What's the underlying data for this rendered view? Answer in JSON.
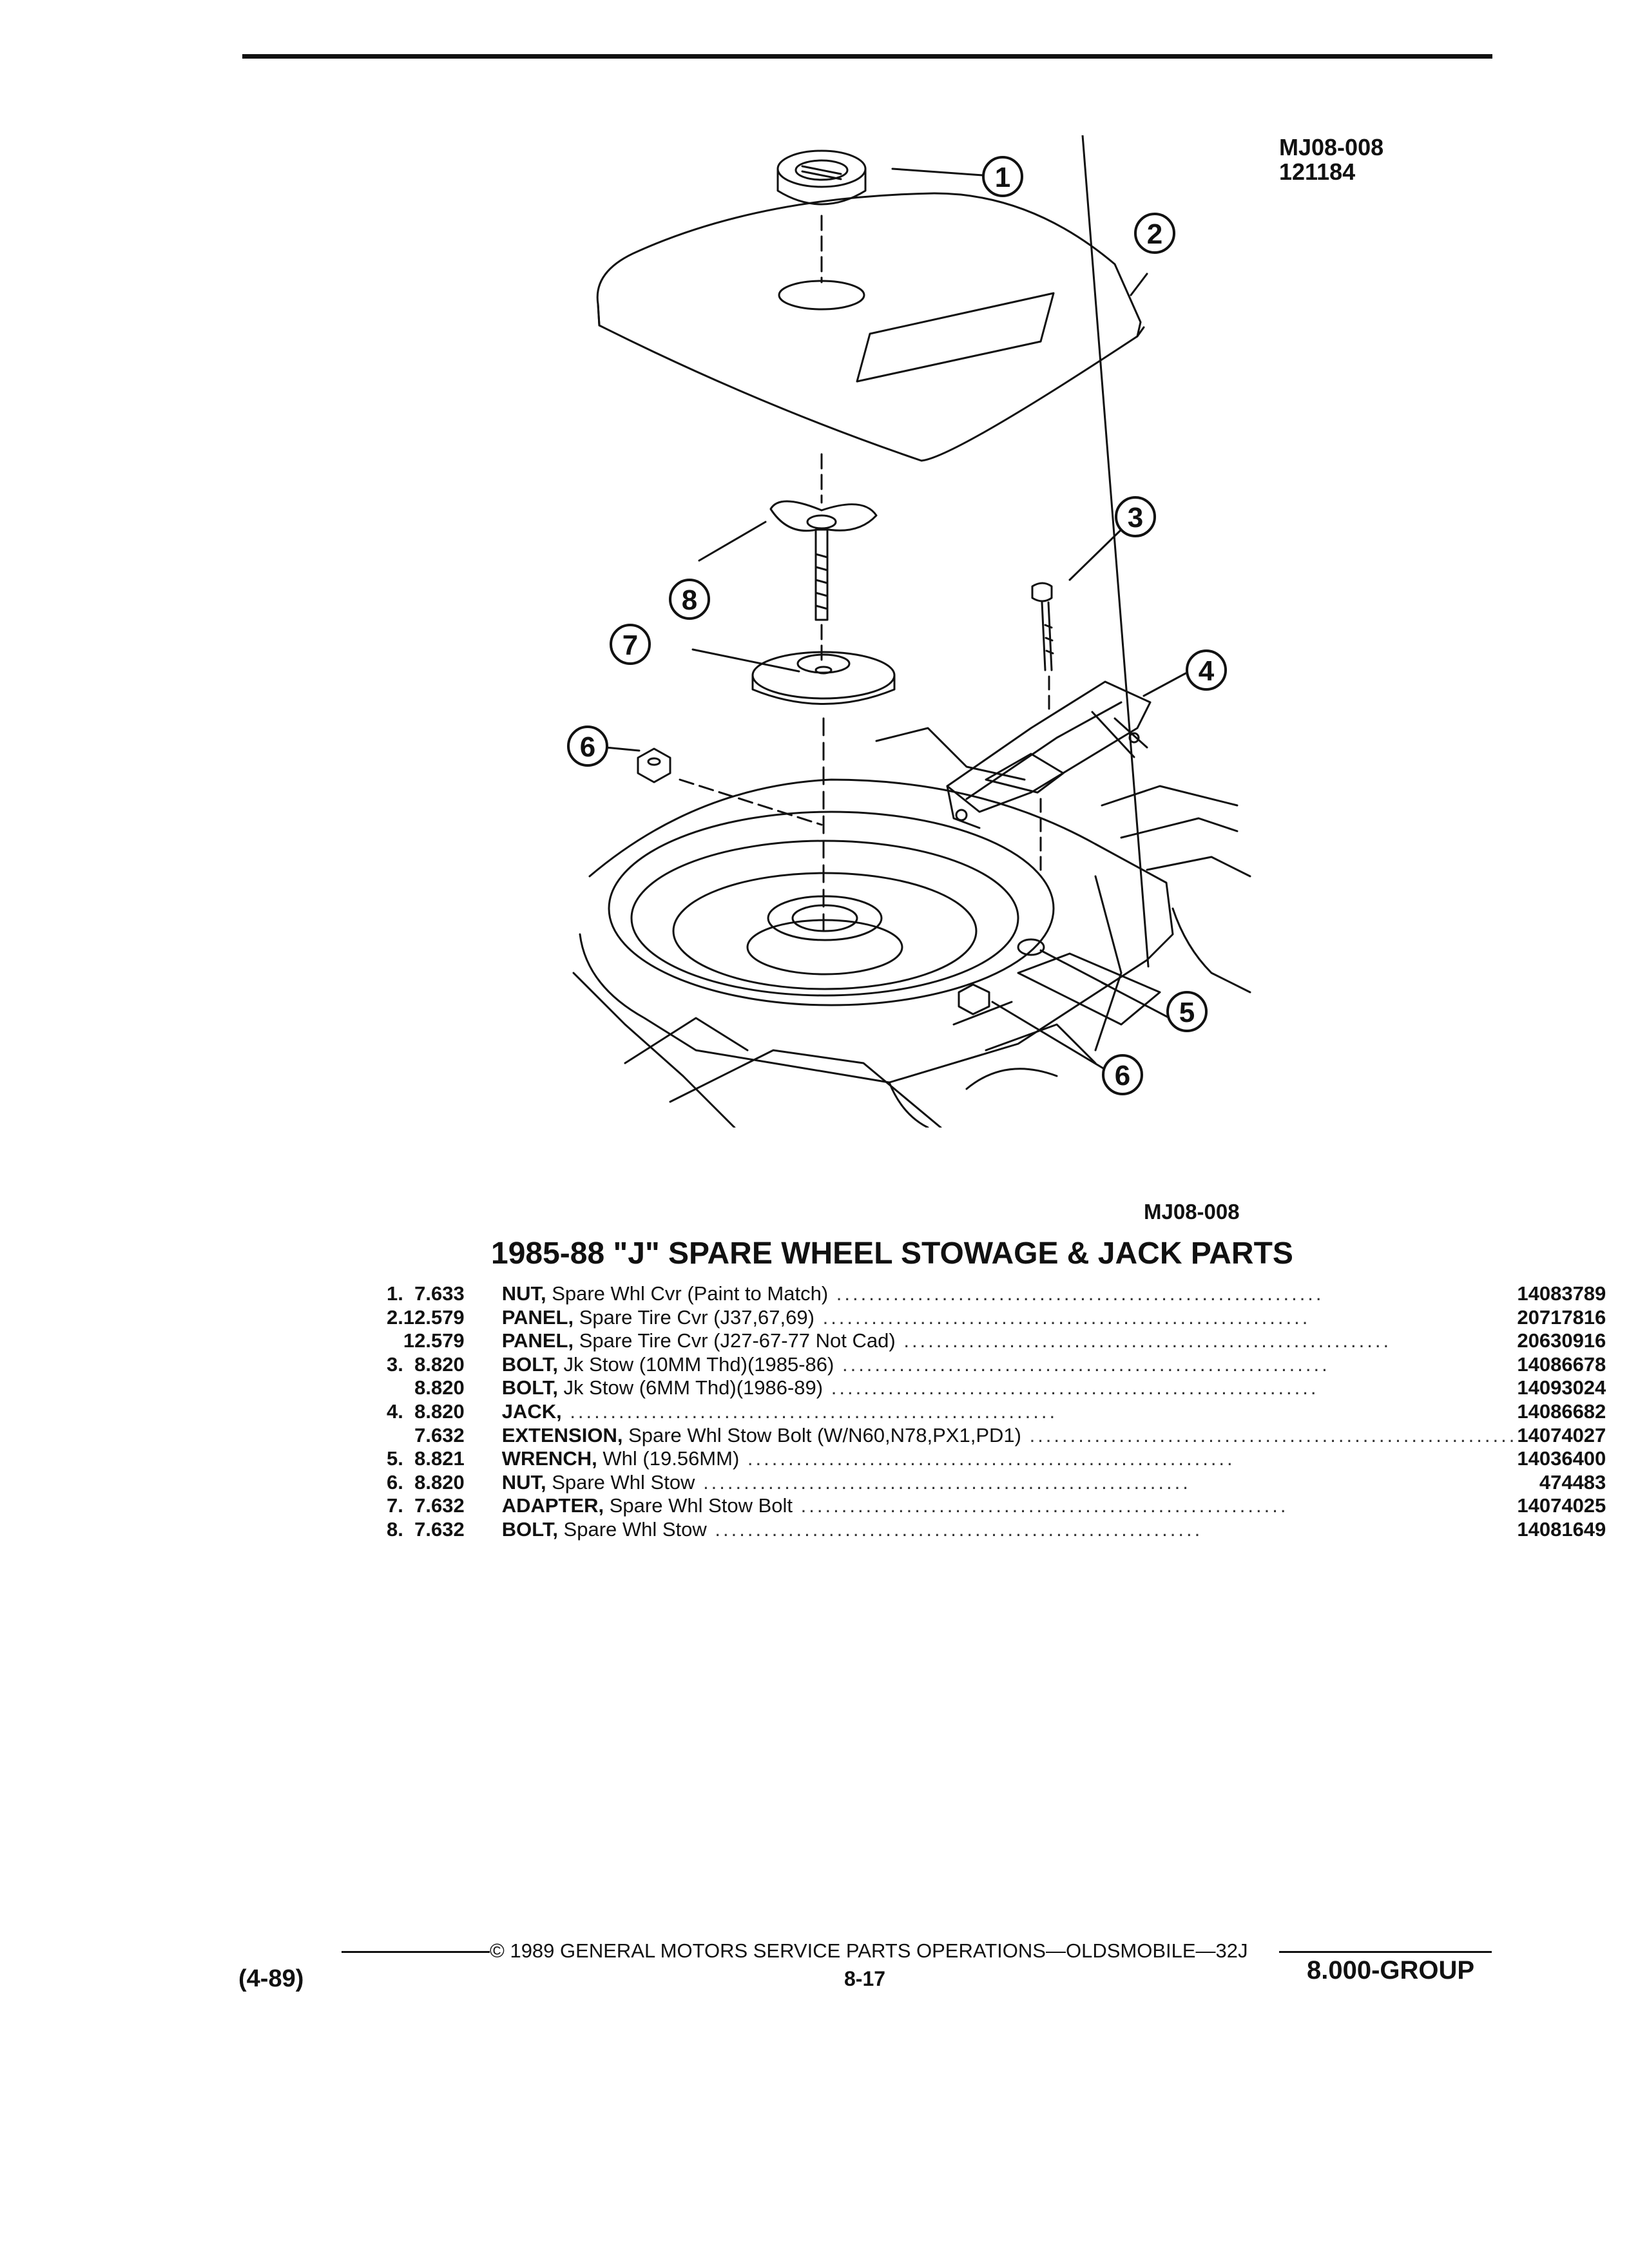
{
  "header": {
    "figure_id": "MJ08-008",
    "figure_date": "121184"
  },
  "diagram": {
    "callouts": [
      "1",
      "2",
      "3",
      "4",
      "5",
      "6",
      "6",
      "7",
      "8"
    ],
    "figure_code": "MJ08-008"
  },
  "section_title": "1985-88 \"J\" SPARE WHEEL STOWAGE & JACK PARTS",
  "parts": [
    {
      "item": "1.",
      "ref": "7.633",
      "name": "NUT,",
      "desc": " Spare Whl Cvr (Paint to Match)",
      "pn": "14083789"
    },
    {
      "item": "2.",
      "ref": "12.579",
      "name": "PANEL,",
      "desc": " Spare Tire Cvr (J37,67,69)",
      "pn": "20717816"
    },
    {
      "item": "",
      "ref": "12.579",
      "name": "PANEL,",
      "desc": " Spare Tire Cvr (J27-67-77 Not Cad)",
      "pn": "20630916"
    },
    {
      "item": "3.",
      "ref": "8.820",
      "name": "BOLT,",
      "desc": " Jk Stow (10MM Thd)(1985-86)",
      "pn": "14086678"
    },
    {
      "item": "",
      "ref": "8.820",
      "name": "BOLT,",
      "desc": " Jk Stow (6MM Thd)(1986-89)",
      "pn": "14093024"
    },
    {
      "item": "4.",
      "ref": "8.820",
      "name": "JACK,",
      "desc": "",
      "pn": "14086682"
    },
    {
      "item": "",
      "ref": "7.632",
      "name": "EXTENSION,",
      "desc": " Spare Whl Stow Bolt (W/N60,N78,PX1,PD1)",
      "pn": "14074027"
    },
    {
      "item": "5.",
      "ref": "8.821",
      "name": "WRENCH,",
      "desc": " Whl (19.56MM)",
      "pn": "14036400"
    },
    {
      "item": "6.",
      "ref": "8.820",
      "name": "NUT,",
      "desc": " Spare Whl Stow",
      "pn": "474483"
    },
    {
      "item": "7.",
      "ref": "7.632",
      "name": "ADAPTER,",
      "desc": " Spare Whl Stow Bolt",
      "pn": "14074025"
    },
    {
      "item": "8.",
      "ref": "7.632",
      "name": "BOLT,",
      "desc": " Spare Whl Stow",
      "pn": "14081649"
    }
  ],
  "footer": {
    "copyright": "© 1989 GENERAL MOTORS SERVICE PARTS OPERATIONS—OLDSMOBILE—32J",
    "page": "8-17",
    "date_code": "(4-89)",
    "group": "8.000-GROUP"
  }
}
